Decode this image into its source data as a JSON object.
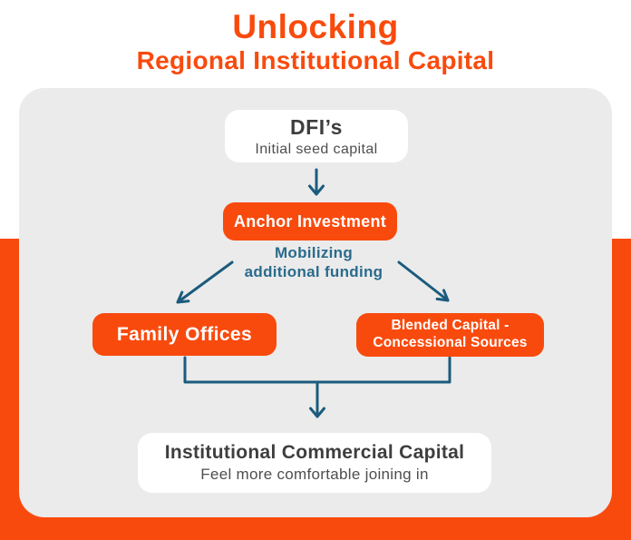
{
  "title": {
    "line1": "Unlocking",
    "line2": "Regional Institutional Capital"
  },
  "nodes": {
    "dfi": {
      "title": "DFI’s",
      "subtitle": "Initial seed capital"
    },
    "anchor": {
      "label": "Anchor Investment"
    },
    "mobilizing": {
      "line1": "Mobilizing",
      "line2": "additional funding"
    },
    "family": {
      "label": "Family Offices"
    },
    "blended": {
      "line1": "Blended Capital -",
      "line2": "Concessional Sources"
    },
    "commercial": {
      "title": "Institutional Commercial Capital",
      "subtitle": "Feel more comfortable joining in"
    }
  },
  "colors": {
    "accent_orange": "#F94A0D",
    "arrow_teal": "#1B5B7D",
    "panel_gray": "#EBEBEB",
    "text_dark": "#3E3E3E",
    "text_mid": "#4E4E4E",
    "mobilizing_text": "#2A6B8C",
    "card_white": "#FFFFFF"
  }
}
